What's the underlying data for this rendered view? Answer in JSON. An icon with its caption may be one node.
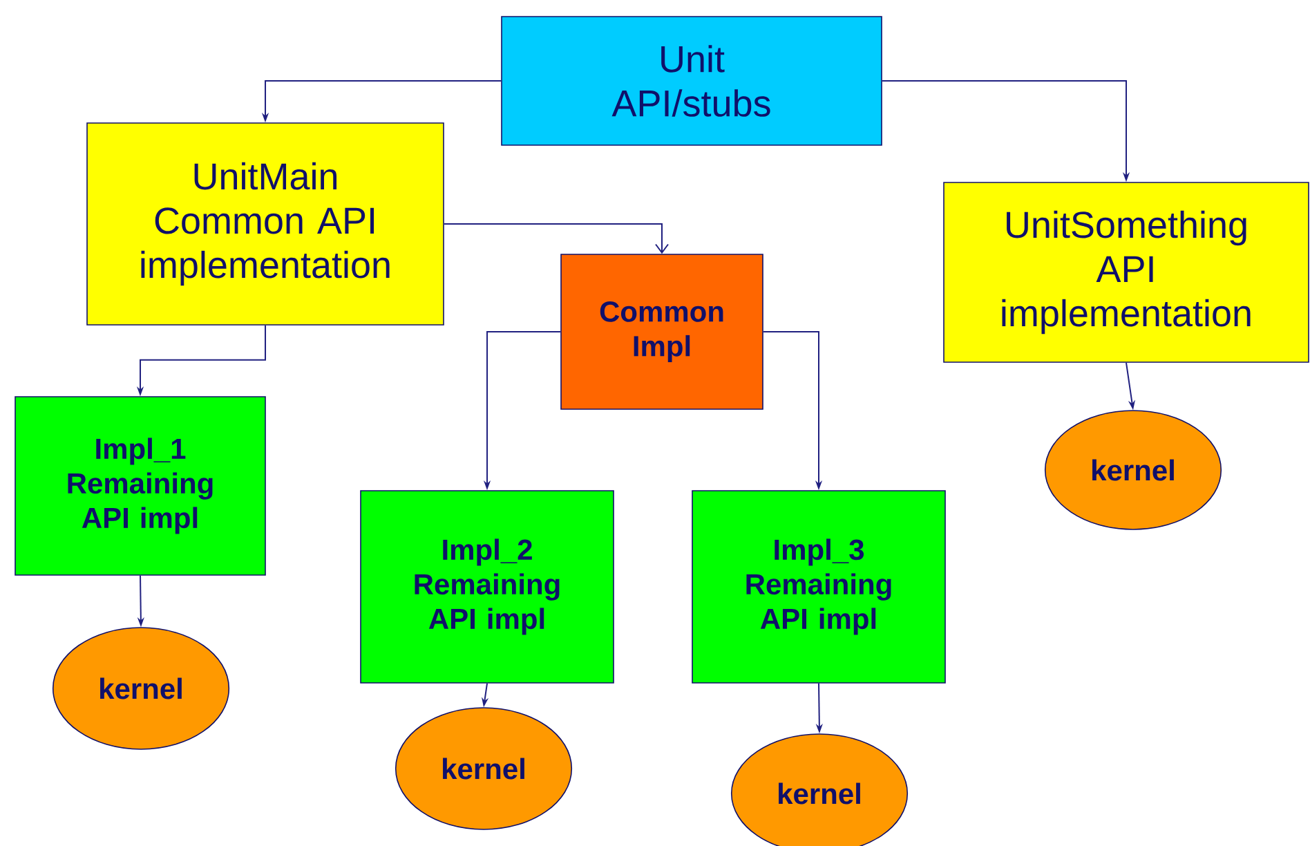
{
  "diagram": {
    "nodes": [
      {
        "text": [
          "Unit API/stubs"
        ]
      },
      {
        "text": [
          "UnitMain Common API implementation"
        ]
      },
      {
        "text": [
          "UnitSomething API implementation"
        ]
      },
      {
        "text": [
          "Common Impl"
        ]
      },
      {
        "text": [
          "Impl_1 Remaining API impl"
        ]
      },
      {
        "text": [
          "kernel"
        ]
      },
      {
        "text": [
          "Impl_2 Remaining API impl"
        ]
      },
      {
        "text": [
          "Impl_3 Remaining API impl"
        ]
      },
      {
        "text": [
          "kernel"
        ]
      },
      {
        "text": [
          "kernel"
        ]
      },
      {
        "text": [
          "kernel"
        ]
      }
    ],
    "edges": [
      {
        "from": 0,
        "to": 1,
        "arrow": "to"
      },
      {
        "from": 0,
        "to": 2,
        "arrow": "to"
      },
      {
        "from": 1,
        "to": 3,
        "arrow": "to"
      },
      {
        "from": 1,
        "to": 4,
        "arrow": "to"
      },
      {
        "from": 3,
        "to": 6,
        "arrow": "to"
      },
      {
        "from": 3,
        "to": 7,
        "arrow": "to"
      },
      {
        "from": 2,
        "to": 5,
        "arrow": "to"
      },
      {
        "from": 4,
        "to": 8,
        "arrow": "to"
      },
      {
        "from": 6,
        "to": 9,
        "arrow": "to"
      },
      {
        "from": 7,
        "to": 10,
        "arrow": "to"
      }
    ]
  }
}
